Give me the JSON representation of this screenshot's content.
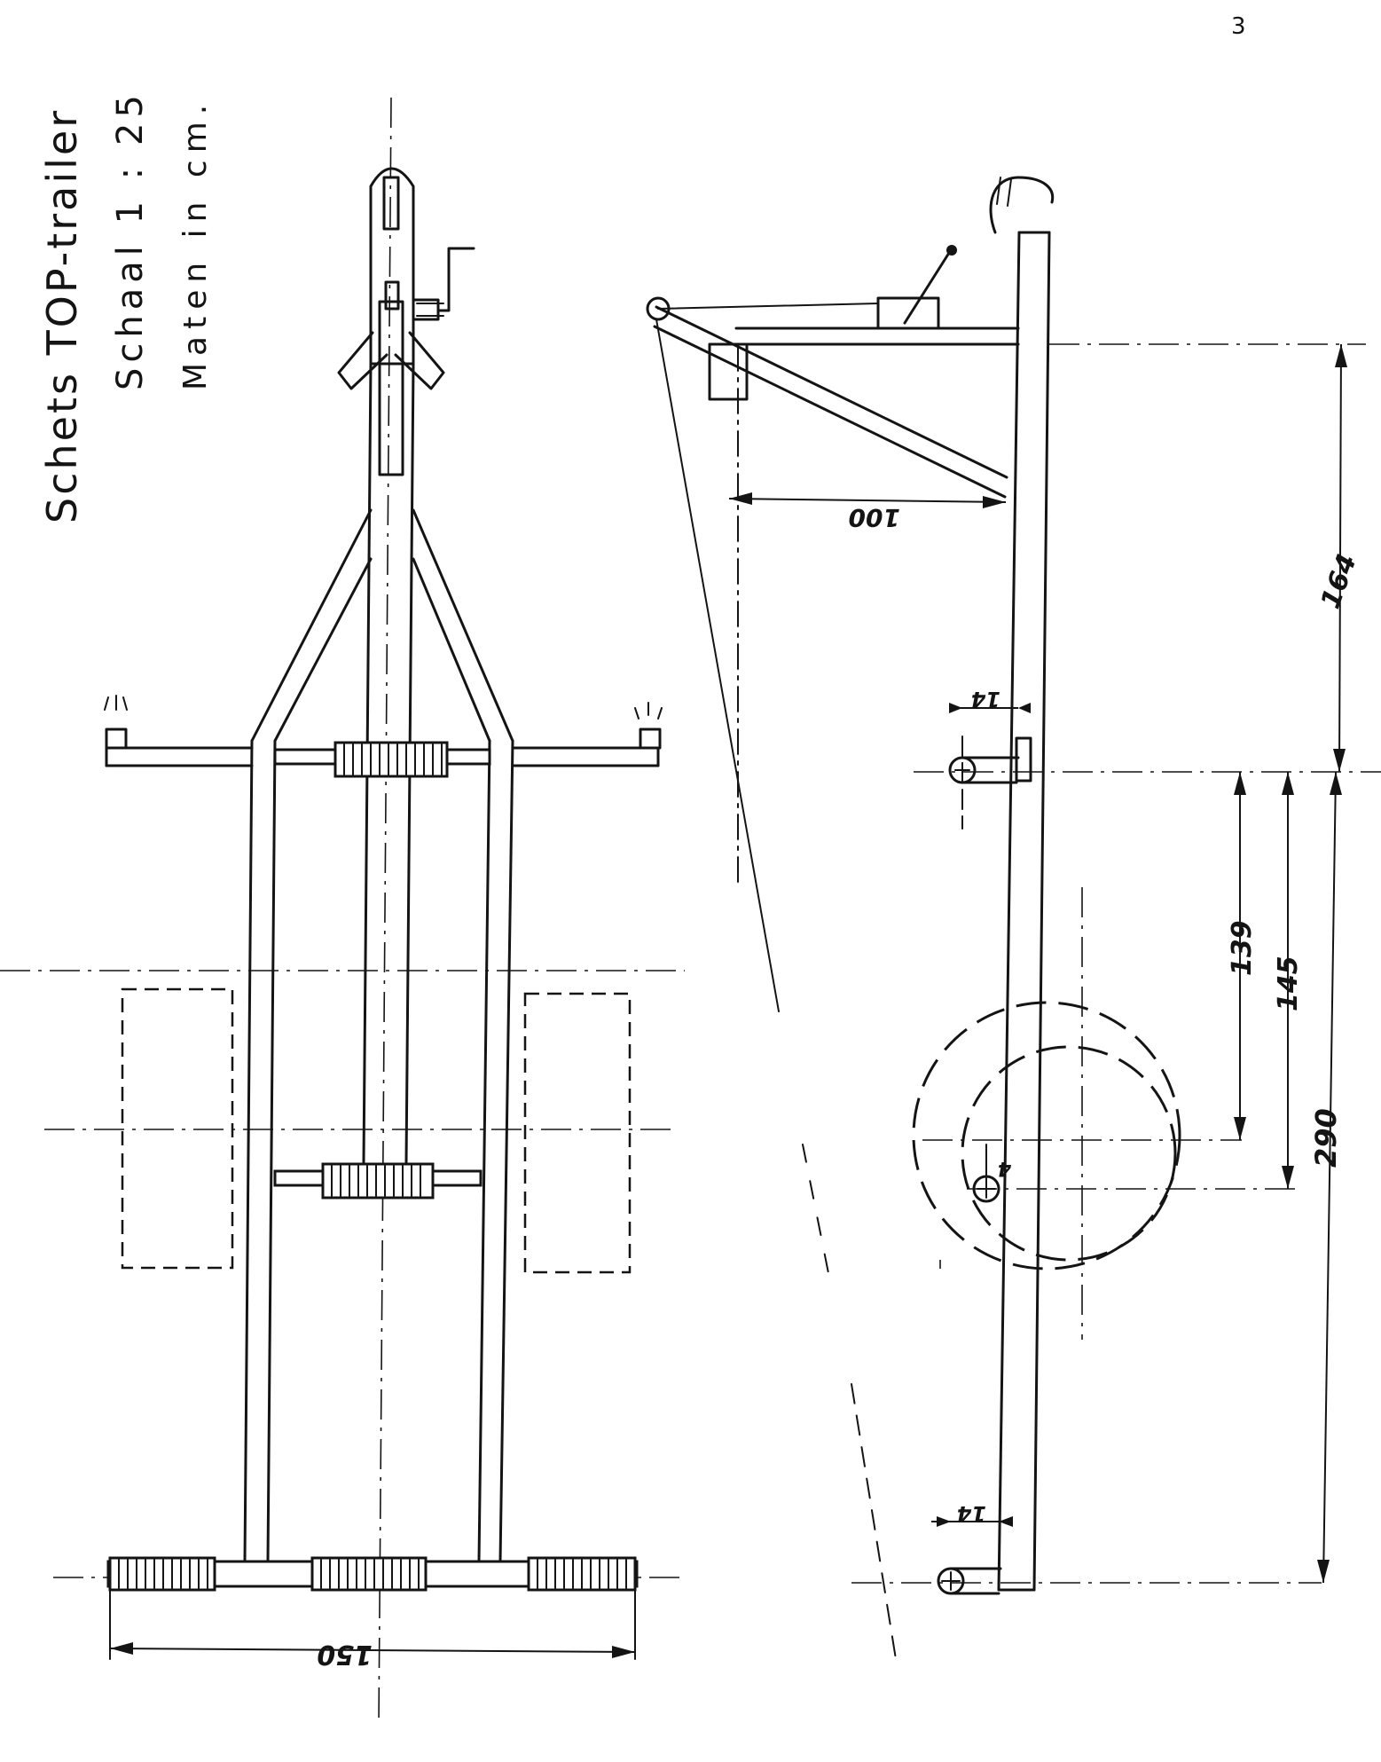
{
  "page_number": "3",
  "title": {
    "line1": "Schets TOP-trailer",
    "line2": "Schaal  1 : 25",
    "line3": "Maten in cm."
  },
  "dimensions": {
    "boom_reach": "100",
    "mast_to_front_axle": "164",
    "front_roller_to_axle": "139",
    "front_roller_to_wheel_center": "145",
    "rear_to_front_roller": "290",
    "roller_offset_front": "14",
    "roller_offset_rear": "14",
    "axle_offset": "4",
    "rear_width": "150"
  },
  "colors": {
    "ink": "#141414",
    "paper": "#ffffff"
  }
}
